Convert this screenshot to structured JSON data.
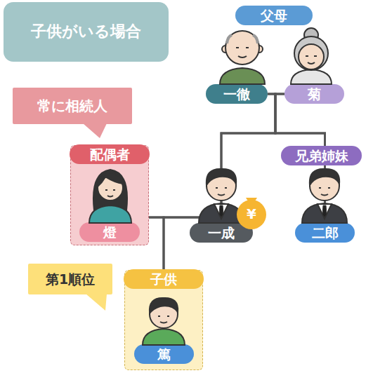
{
  "diagram": {
    "title": "子供がいる場合",
    "nodes": [
      {
        "text": [
          "父母"
        ]
      },
      {
        "text": [
          "一徹"
        ]
      },
      {
        "text": [
          "菊"
        ]
      },
      {
        "text": [
          "常に相続人"
        ]
      },
      {
        "text": [
          "配偶者"
        ]
      },
      {
        "text": [
          "燈"
        ],
        "in": 4
      },
      {
        "text": [
          "兄弟姉妹"
        ]
      },
      {
        "text": [
          "一成"
        ]
      },
      {
        "text": [
          "二郎"
        ]
      },
      {
        "text": [
          "第1順位"
        ]
      },
      {
        "text": [
          "子供"
        ]
      },
      {
        "text": [
          "篤"
        ],
        "in": 10
      }
    ],
    "edges": [
      {
        "from": 1,
        "to": 7,
        "arrow": "none"
      },
      {
        "from": 2,
        "to": 7,
        "arrow": "none"
      },
      {
        "from": 1,
        "to": 8,
        "arrow": "none"
      },
      {
        "from": 2,
        "to": 8,
        "arrow": "none"
      },
      {
        "from": 4,
        "to": 7,
        "arrow": "none"
      },
      {
        "from": 4,
        "to": 10,
        "arrow": "none"
      },
      {
        "from": 7,
        "to": 10,
        "arrow": "none"
      }
    ],
    "labels": [
      "¥"
    ]
  }
}
